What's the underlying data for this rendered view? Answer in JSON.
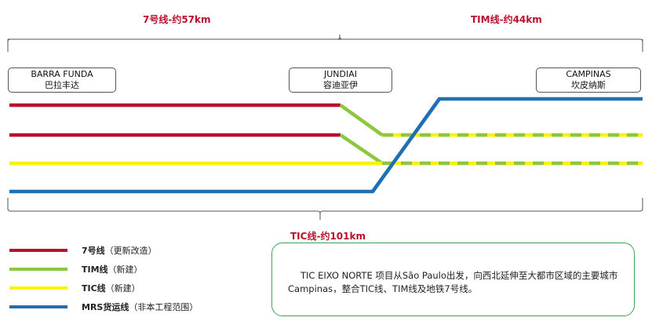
{
  "colors": {
    "line7": "#b8102e",
    "tim": "#8dc63f",
    "tic": "#fff200",
    "mrs": "#1f6fb2",
    "bracket": "#555555",
    "label": "#b8102e",
    "box_border": "#3aa55a"
  },
  "segments": {
    "line7_length": "7号线-约57km",
    "tim_length": "TIM线-约44km",
    "tic_length": "TIC线-约101km"
  },
  "stations": [
    {
      "name_en": "BARRA FUNDA",
      "name_zh": "巴拉丰达"
    },
    {
      "name_en": "JUNDIAI",
      "name_zh": "容迪亚伊"
    },
    {
      "name_en": "CAMPINAS",
      "name_zh": "坎皮纳斯"
    }
  ],
  "legend": [
    {
      "key": "line7",
      "label": "7号线",
      "note": "（更新改造）"
    },
    {
      "key": "tim",
      "label": "TIM线",
      "note": "（新建）"
    },
    {
      "key": "tic",
      "label": "TIC线",
      "note": "（新建）"
    },
    {
      "key": "mrs",
      "label": "MRS货运线",
      "note": "（非本工程范围）"
    }
  ],
  "info": {
    "text": "TIC EIXO NORTE 项目从São Paulo出发，向西北延伸至大都市区域的主要城市Campinas，整合TIC线、TIM线及地铁7号线。"
  }
}
